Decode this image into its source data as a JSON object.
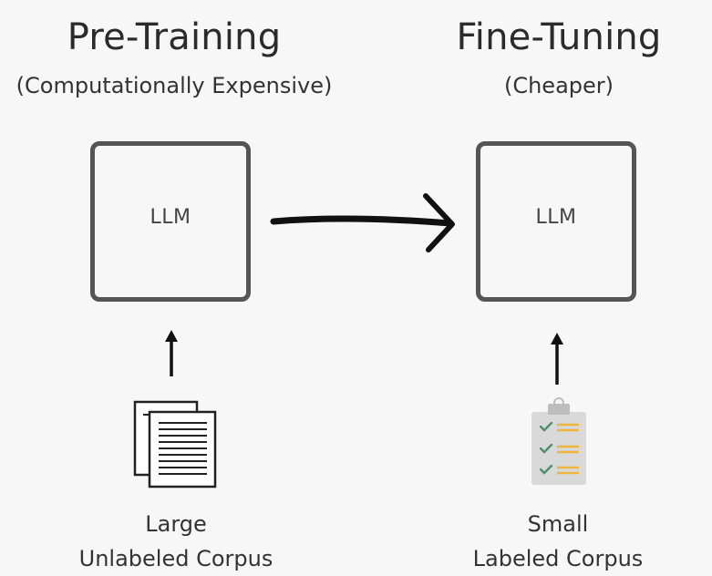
{
  "pretraining": {
    "title": "Pre-Training",
    "subtitle": "(Computationally Expensive)",
    "box_label": "LLM",
    "caption_line1": "Large",
    "caption_line2": "Unlabeled Corpus",
    "icon": "documents-icon"
  },
  "finetuning": {
    "title": "Fine-Tuning",
    "subtitle": "(Cheaper)",
    "box_label": "LLM",
    "caption_line1": "Small",
    "caption_line2": "Labeled Corpus",
    "icon": "checklist-clipboard-icon"
  },
  "colors": {
    "background": "#f7f7f7",
    "box_border": "#555555",
    "text": "#2b2b2b",
    "checklist_accent": "#f0b63c",
    "checkmark": "#4f8f68",
    "clipboard": "#d9d9d9"
  }
}
